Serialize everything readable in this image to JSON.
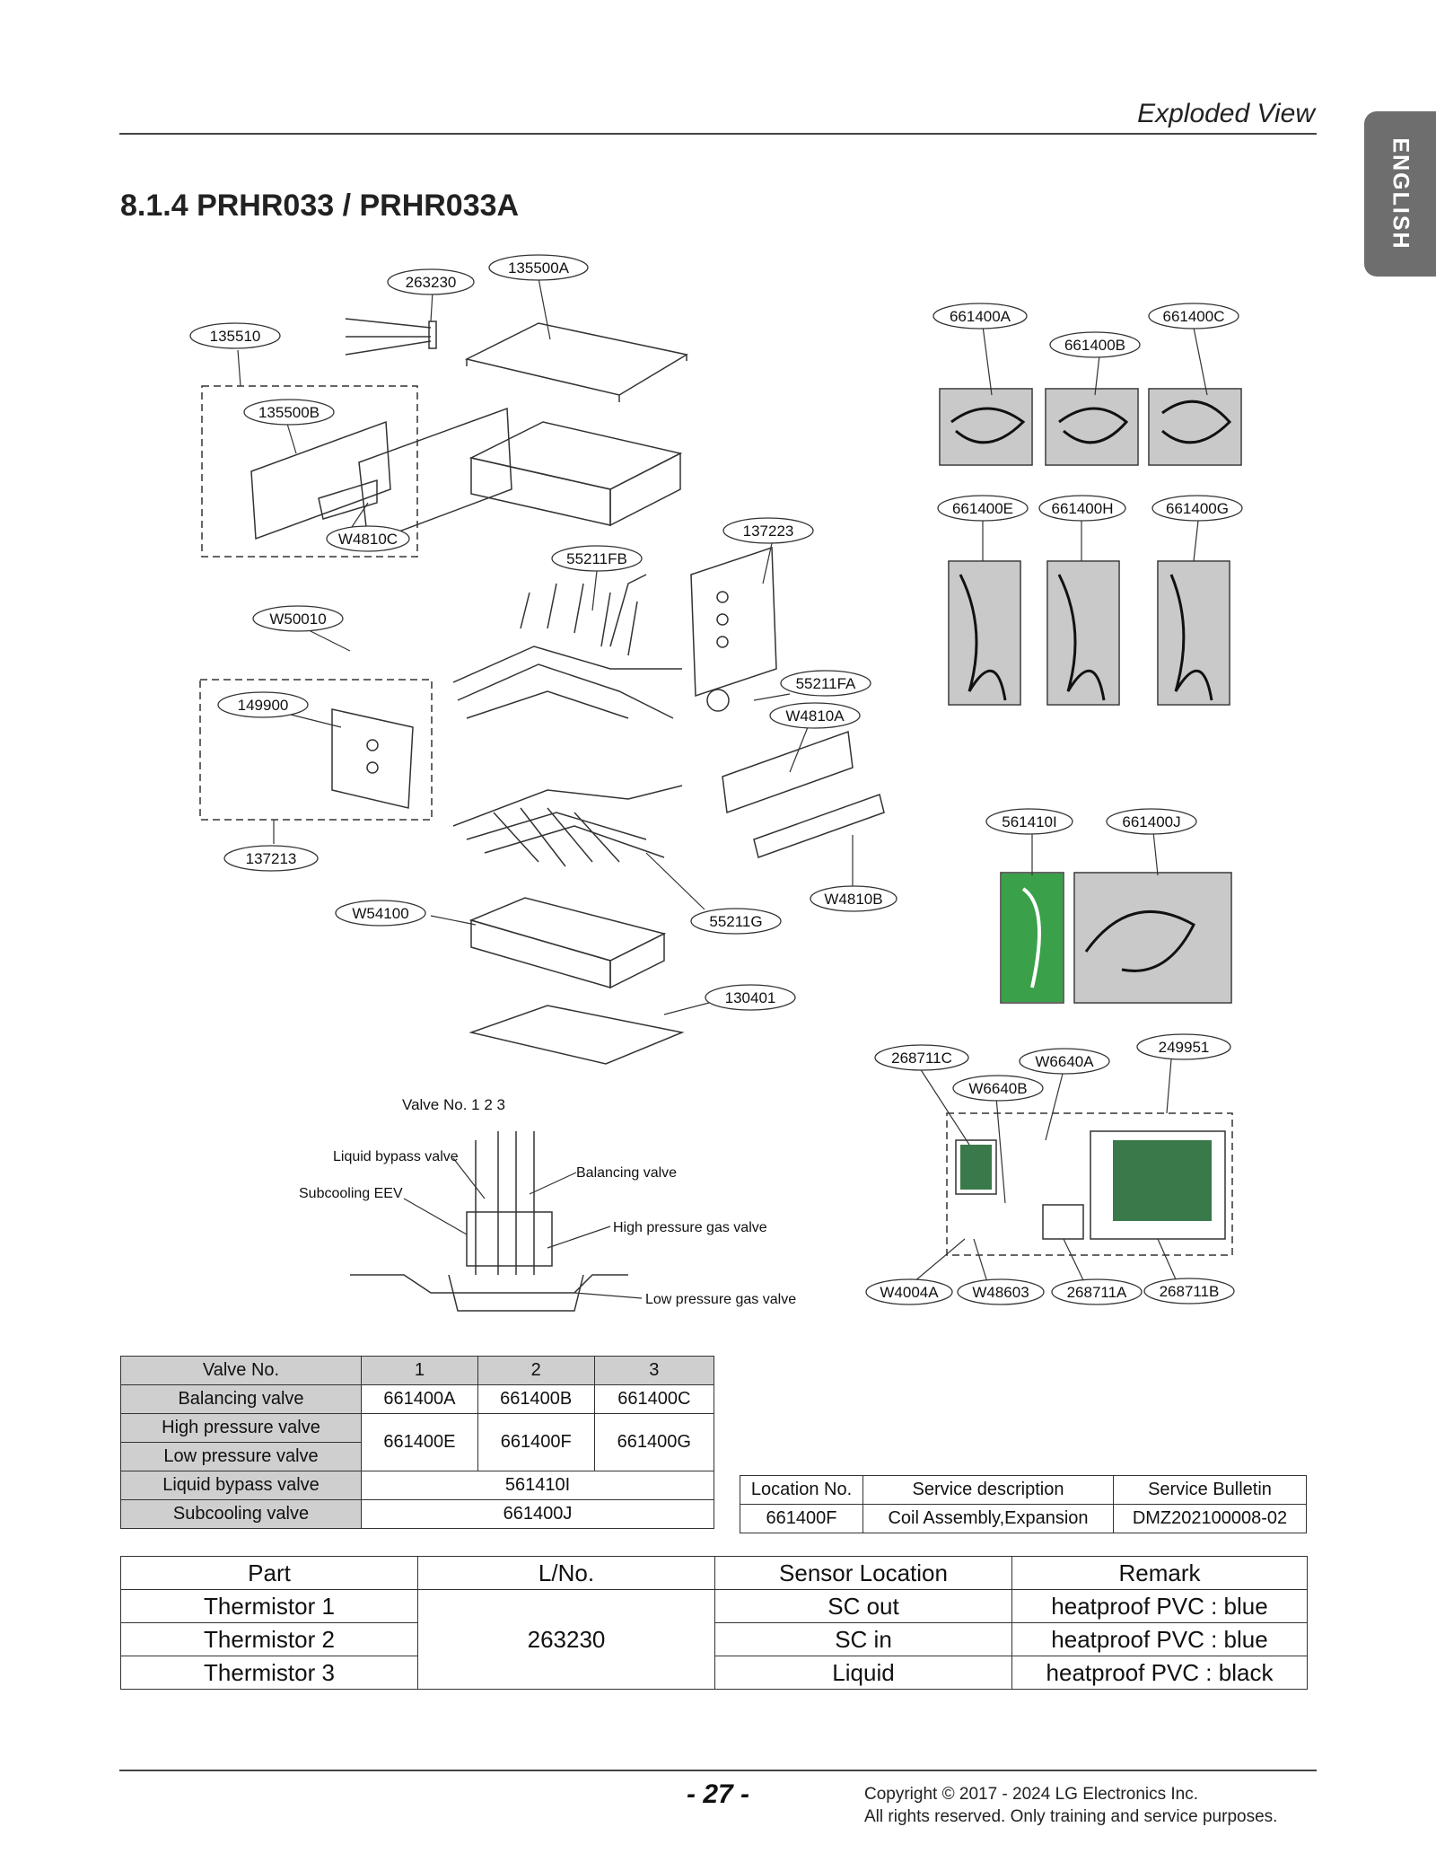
{
  "header": {
    "section": "Exploded View",
    "language_tab": "ENGLISH"
  },
  "title": "8.1.4 PRHR033 / PRHR033A",
  "labels": {
    "l263230": "263230",
    "l135500A": "135500A",
    "l135510": "135510",
    "l135500B": "135500B",
    "lW4810C": "W4810C",
    "l55211FB": "55211FB",
    "l137223": "137223",
    "lW50010": "W50010",
    "l149900": "149900",
    "l55211FA": "55211FA",
    "lW4810A": "W4810A",
    "l137213": "137213",
    "lW4810B": "W4810B",
    "lW54100": "W54100",
    "l55211G": "55211G",
    "l130401": "130401",
    "l661400A": "661400A",
    "l661400B": "661400B",
    "l661400C": "661400C",
    "l661400E": "661400E",
    "l661400H": "661400H",
    "l661400G": "661400G",
    "l561410I": "561410I",
    "l661400J": "661400J",
    "l268711C": "268711C",
    "lW6640A": "W6640A",
    "lW6640B": "W6640B",
    "l249951": "249951",
    "lW4004A": "W4004A",
    "lW48603": "W48603",
    "l268711A": "268711A",
    "l268711B": "268711B"
  },
  "valve_diagram": {
    "valve_no": "Valve No. 1   2   3",
    "liquid_bypass": "Liquid bypass valve",
    "subcooling_eev": "Subcooling EEV",
    "balancing": "Balancing valve",
    "high_pressure": "High pressure gas valve",
    "low_pressure": "Low pressure gas valve"
  },
  "valve_table": {
    "h0": "Valve No.",
    "h1": "1",
    "h2": "2",
    "h3": "3",
    "r1": "Balancing valve",
    "r1c1": "661400A",
    "r1c2": "661400B",
    "r1c3": "661400C",
    "r2": "High pressure valve",
    "r3": "Low pressure valve",
    "r23c1": "661400E",
    "r23c2": "661400F",
    "r23c3": "661400G",
    "r4": "Liquid bypass valve",
    "r4v": "561410I",
    "r5": "Subcooling valve",
    "r5v": "661400J"
  },
  "service_table": {
    "h0": "Location No.",
    "h1": "Service description",
    "h2": "Service Bulletin",
    "c0": "661400F",
    "c1": "Coil Assembly,Expansion",
    "c2": "DMZ202100008-02"
  },
  "thermistor_table": {
    "h0": "Part",
    "h1": "L/No.",
    "h2": "Sensor Location",
    "h3": "Remark",
    "lno": "263230",
    "rows": [
      {
        "part": "Thermistor 1",
        "loc": "SC out",
        "remark": "heatproof PVC : blue"
      },
      {
        "part": "Thermistor 2",
        "loc": "SC in",
        "remark": "heatproof PVC : blue"
      },
      {
        "part": "Thermistor 3",
        "loc": "Liquid",
        "remark": "heatproof PVC : black"
      }
    ]
  },
  "footer": {
    "page": "- 27 -",
    "copyright": "Copyright © 2017 - 2024 LG Electronics Inc.",
    "rights": "All rights reserved. Only training and service purposes."
  }
}
